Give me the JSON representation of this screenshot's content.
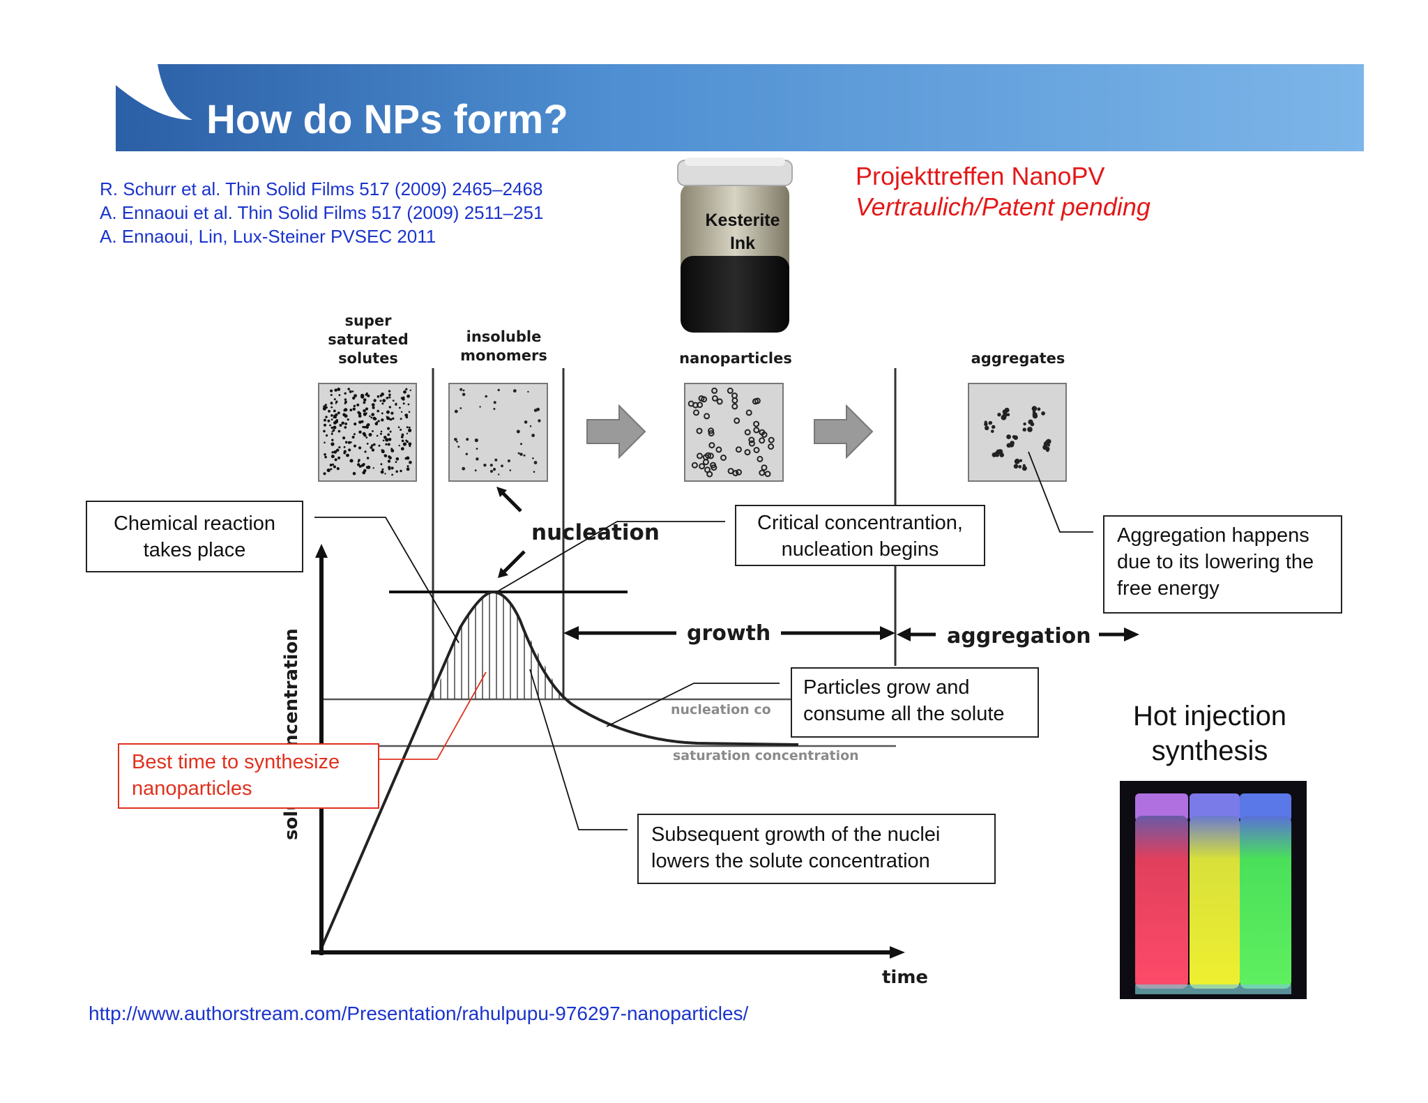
{
  "header": {
    "title": "How do NPs form?"
  },
  "references": [
    "R. Schurr et al. Thin Solid Films 517 (2009) 2465–2468",
    "A.   Ennaoui et al. Thin Solid Films 517 (2009) 2511–251",
    "A. Ennaoui, Lin, Lux-Steiner PVSEC 2011"
  ],
  "confidential": {
    "line1": "Projekttreffen NanoPV",
    "line2": "Vertraulich/Patent pending"
  },
  "jar": {
    "label_line1": "Kesterite",
    "label_line2": "Ink"
  },
  "stages": {
    "super": [
      "super",
      "saturated",
      "solutes"
    ],
    "insoluble": [
      "insoluble",
      "monomers"
    ],
    "nanoparticles": "nanoparticles",
    "aggregates": "aggregates"
  },
  "diagram": {
    "nucleation": "nucleation",
    "growth": "growth",
    "aggregation": "aggregation",
    "nucleation_conc": "nucleation co",
    "saturation_conc": "saturation concentration",
    "yaxis": "solute concentration",
    "xaxis": "time"
  },
  "callouts": {
    "chemical": [
      "Chemical reaction",
      "takes place"
    ],
    "critical": [
      "Critical concentrantion,",
      "nucleation begins"
    ],
    "aggregation_note": [
      "Aggregation happens",
      "due to its lowering the",
      "free energy"
    ],
    "particles": [
      "Particles grow and",
      "consume all the solute"
    ],
    "best": [
      "Best time to synthesize",
      "nanoparticles"
    ],
    "subsequent": [
      "Subsequent growth of the nuclei",
      "lowers the solute concentration"
    ]
  },
  "hot_injection": [
    "Hot injection",
    "synthesis"
  ],
  "url": "http://www.authorstream.com/Presentation/rahulpupu-976297-nanoparticles/",
  "colors": {
    "header_dark": "#2b5fa6",
    "header_light": "#7cb5e8",
    "reference_blue": "#1a33cc",
    "confidential_red": "#e31818",
    "best_red": "#e0301e"
  }
}
